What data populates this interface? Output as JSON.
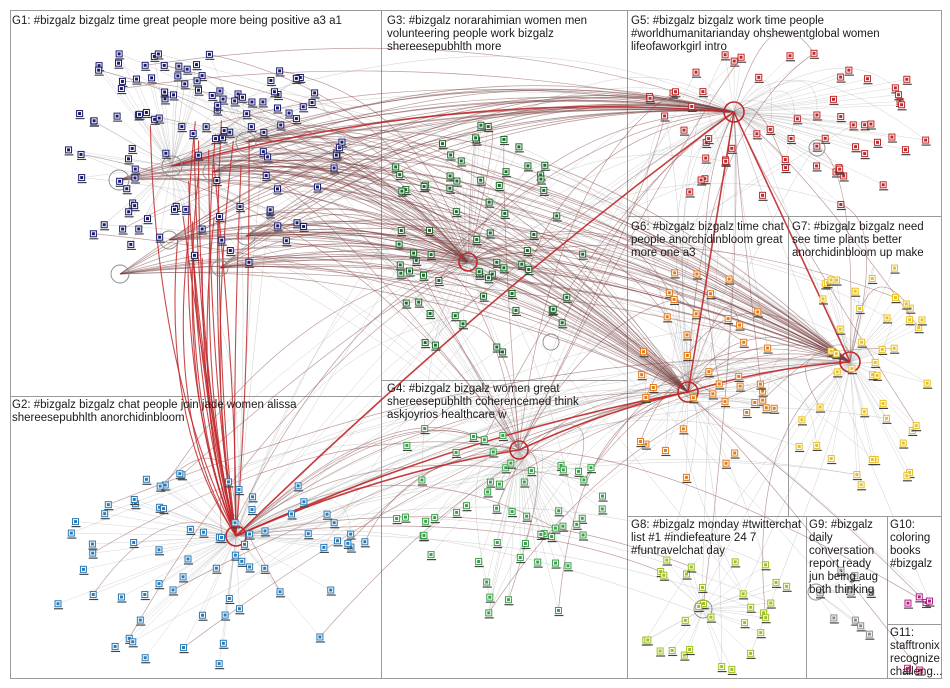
{
  "groups": [
    {
      "id": "G1",
      "label": "G1: #bizgalz bizgalz time great people more being positive a3 a1",
      "color": "#1a1a6e"
    },
    {
      "id": "G2",
      "label": "G2: #bizgalz bizgalz chat people join jade women alissa shereesepubhlth anorchidinbloom",
      "color": "#2a7ab8"
    },
    {
      "id": "G3",
      "label": "G3: #bizgalz norarahimian women men volunteering people work bizgalz shereesepubhlth more",
      "color": "#1e6b2e"
    },
    {
      "id": "G4",
      "label": "G4: #bizgalz bizgalz women great shereesepubhlth coherencemed think askjoyrios healthcare w",
      "color": "#3aa04a"
    },
    {
      "id": "G5",
      "label": "G5: #bizgalz bizgalz work time people #worldhumanitarianday ohshewentglobal women lifeofaworkgirl intro",
      "color": "#c0282a"
    },
    {
      "id": "G6",
      "label": "G6: #bizgalz bizgalz time chat people anorchidinbloom great more one a3",
      "color": "#e07c1a"
    },
    {
      "id": "G7",
      "label": "G7: #bizgalz bizgalz need see time plants better anorchidinbloom up make",
      "color": "#e8c020"
    },
    {
      "id": "G8",
      "label": "G8: #bizgalz monday #twitterchat list #1 #indiefeature 24 7 #funtravelchat day",
      "color": "#9cc020"
    },
    {
      "id": "G9",
      "label": "G9: #bizgalz daily conversation report ready jun being aug both thinking",
      "color": "#8a8a8a"
    },
    {
      "id": "G10",
      "label": "G10: coloring books #bizgalz",
      "color": "#b0208a"
    },
    {
      "id": "G11",
      "label": "G11: stafftronix recognize challeng...",
      "color": "#c03070"
    }
  ]
}
